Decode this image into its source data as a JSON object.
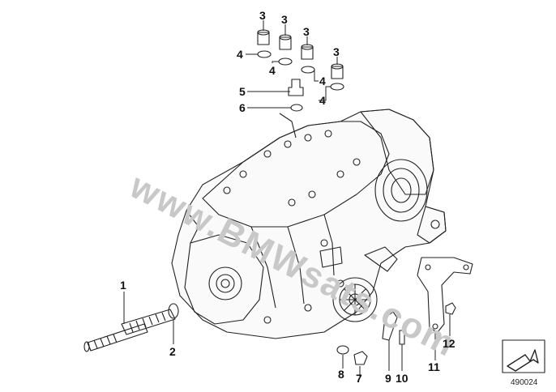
{
  "watermark": "www.BMWsats.com",
  "diagram_id": "490024",
  "callouts": [
    "1",
    "2",
    "3",
    "3",
    "3",
    "3",
    "4",
    "4",
    "4",
    "4",
    "5",
    "6",
    "7",
    "8",
    "9",
    "10",
    "11",
    "12"
  ],
  "icons": {
    "nav": "arrow-corner-icon"
  }
}
